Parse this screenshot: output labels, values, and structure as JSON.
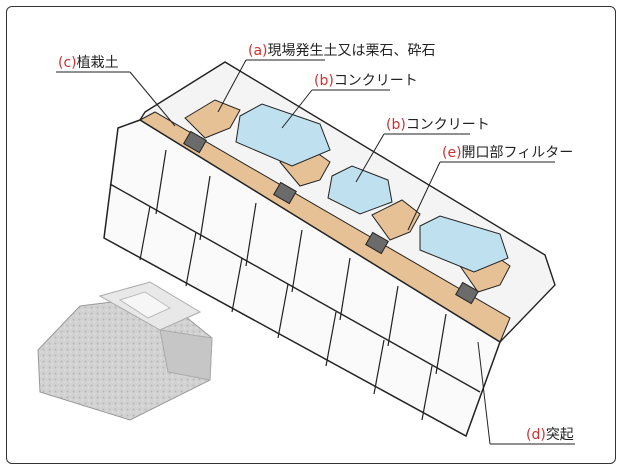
{
  "labels": {
    "a": {
      "code": "(a)",
      "text": "現場発生土又は栗石、砕石"
    },
    "b1": {
      "code": "(b)",
      "text": "コンクリート"
    },
    "b2": {
      "code": "(b)",
      "text": "コンクリート"
    },
    "c": {
      "code": "(c)",
      "text": "植栽土"
    },
    "d": {
      "code": "(d)",
      "text": "突起"
    },
    "e": {
      "code": "(e)",
      "text": "開口部フィルター"
    }
  },
  "colors": {
    "label_code": "#d32f2f",
    "soil": "#e6c196",
    "concrete": "#bfe0ef",
    "filter": "#6b6b6b",
    "line": "#222222"
  }
}
